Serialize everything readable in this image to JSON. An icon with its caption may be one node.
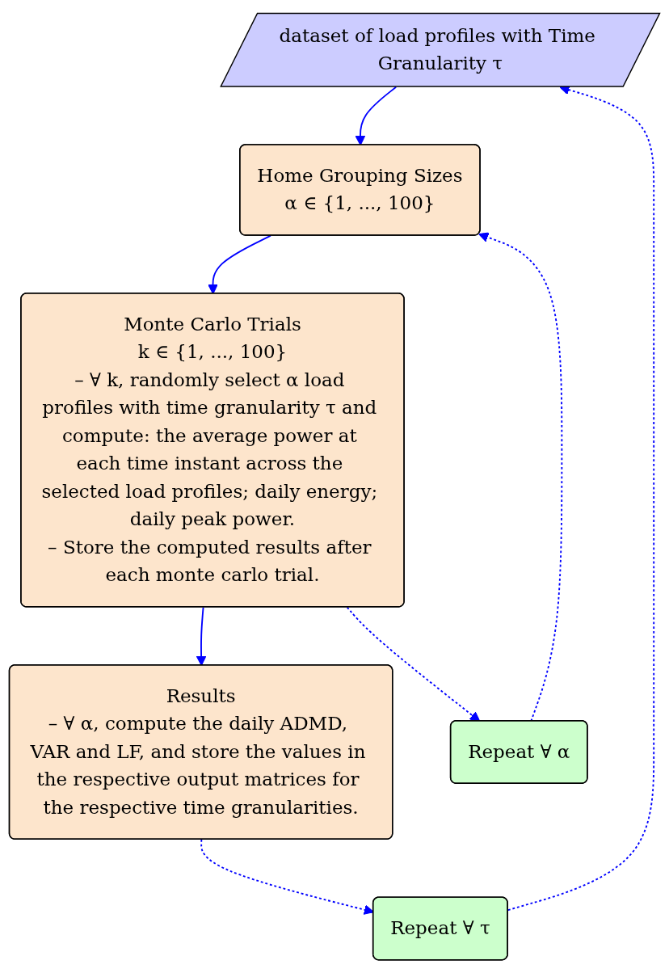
{
  "diagram": {
    "nodes": [
      {
        "text": [
          "dataset of load profiles with Time Granularity τ"
        ]
      },
      {
        "text": [
          "Home Grouping Sizes",
          "α ∈ {1, ..., 100}"
        ]
      },
      {
        "text": [
          "Monte Carlo Trials",
          "k ∈ {1, ..., 100}",
          "– ∀ k, randomly select α load profiles with time granularity τ and compute: the average power at each time instant across the selected load profiles; daily energy; daily peak power.",
          "– Store the computed results after each monte carlo trial."
        ]
      },
      {
        "text": [
          "Results",
          "– ∀ α, compute the daily ADMD, VAR and LF, and store the values in the respective output matrices for the respective time granularities."
        ]
      },
      {
        "text": [
          "Repeat ∀ α"
        ]
      },
      {
        "text": [
          "Repeat ∀ τ"
        ]
      }
    ],
    "edges": [
      {
        "from": 0,
        "to": 1,
        "arrow": "to"
      },
      {
        "from": 1,
        "to": 2,
        "arrow": "to"
      },
      {
        "from": 2,
        "to": 3,
        "arrow": "to"
      },
      {
        "from": 2,
        "to": 4,
        "arrow": "to",
        "style": "dashed"
      },
      {
        "from": 4,
        "to": 1,
        "arrow": "to",
        "style": "dashed"
      },
      {
        "from": 3,
        "to": 5,
        "arrow": "to",
        "style": "dashed"
      },
      {
        "from": 5,
        "to": 0,
        "arrow": "to",
        "style": "dashed"
      }
    ]
  }
}
